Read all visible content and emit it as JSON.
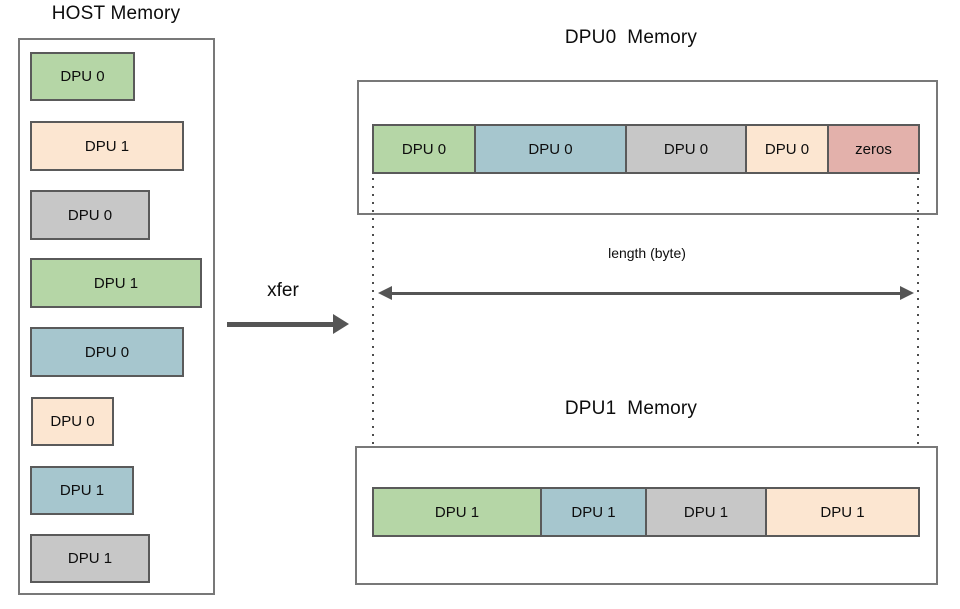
{
  "host": {
    "title": "HOST Memory",
    "blocks": [
      {
        "label": "DPU 0",
        "color": "green"
      },
      {
        "label": "DPU 1",
        "color": "peach"
      },
      {
        "label": "DPU 0",
        "color": "gray"
      },
      {
        "label": "DPU 1",
        "color": "green"
      },
      {
        "label": "DPU 0",
        "color": "blue"
      },
      {
        "label": "DPU 0",
        "color": "peach"
      },
      {
        "label": "DPU 1",
        "color": "blue"
      },
      {
        "label": "DPU 1",
        "color": "gray"
      }
    ]
  },
  "transfer": {
    "label": "xfer"
  },
  "dpu0": {
    "title": "DPU0  Memory",
    "segments": [
      {
        "label": "DPU 0",
        "color": "green"
      },
      {
        "label": "DPU 0",
        "color": "blue"
      },
      {
        "label": "DPU 0",
        "color": "gray"
      },
      {
        "label": "DPU 0",
        "color": "peach"
      },
      {
        "label": "zeros",
        "color": "pink"
      }
    ]
  },
  "length_annotation": {
    "label": "length (byte)"
  },
  "dpu1": {
    "title": "DPU1  Memory",
    "segments": [
      {
        "label": "DPU 1",
        "color": "green"
      },
      {
        "label": "DPU 1",
        "color": "blue"
      },
      {
        "label": "DPU 1",
        "color": "gray"
      },
      {
        "label": "DPU 1",
        "color": "peach"
      }
    ]
  },
  "colors": {
    "green": "#b5d6a6",
    "peach": "#fce6d1",
    "gray": "#c7c7c7",
    "blue": "#a6c6ce",
    "pink": "#e3b1ab",
    "block_border": "#5a5a5a",
    "container_border": "#787878",
    "arrow": "#555555"
  }
}
